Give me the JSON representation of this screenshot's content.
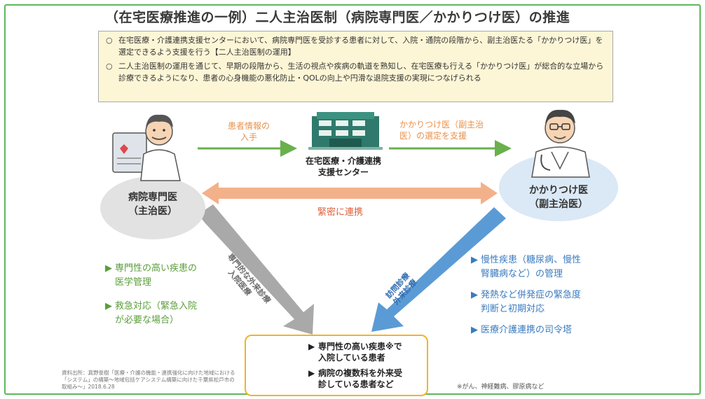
{
  "title": "（在宅医療推進の一例）二人主治医制（病院専門医／かかりつけ医）の推進",
  "notes": [
    "在宅医療・介護連携支援センターにおいて、病院専門医を受診する患者に対して、入院・通院の段階から、副主治医たる「かかりつけ医」を選定できるよう支援を行う【二人主治医制の運用】",
    "二人主治医制の運用を通じて、早期の段階から、生活の視点や疾病の軌道を熟知し、在宅医療も行える「かかりつけ医」が総合的な立場から診療できるようになり、患者の心身機能の悪化防止・QOLの向上や円滑な退院支援の実現につなげられる"
  ],
  "note_mark": "○",
  "left_role": {
    "line1": "病院専門医",
    "line2": "（主治医）"
  },
  "right_role": {
    "line1": "かかりつけ医",
    "line2": "（副主治医）"
  },
  "flow_left": {
    "line1": "患者情報の",
    "line2": "入手"
  },
  "flow_right": {
    "line1": "かかりつけ医（副主治",
    "line2": "医）の選定を支援"
  },
  "center": {
    "line1": "在宅医療・介護連携",
    "line2": "支援センター"
  },
  "renkei": "緊密に連携",
  "diag_left": {
    "line1": "専門的な外来診療",
    "line2": "入院医療"
  },
  "diag_right": {
    "line1": "訪問診療",
    "line2": "外来診療"
  },
  "left_items": [
    {
      "line1": "専門性の高い疾患の",
      "line2": "医学管理"
    },
    {
      "line1": "救急対応（緊急入院",
      "line2": "が必要な場合）"
    }
  ],
  "right_items": [
    {
      "line1": "慢性疾患（糖尿病、慢性",
      "line2": "腎臓病など）の管理"
    },
    {
      "line1": "発熱など併発症の緊急度",
      "line2": "判断と初期対応"
    },
    {
      "line1": "医療介護連携の司令塔",
      "line2": ""
    }
  ],
  "bullet": "▶",
  "patient_items": [
    {
      "line1": "専門性の高い疾患※で",
      "line2": "入院している患者"
    },
    {
      "line1": "病院の複数科を外来受",
      "line2": "診している患者など"
    }
  ],
  "source": "資料出所：真野俊樹「医療・介護の機能・連携強化に向けた地域における「システム」の構築～地域包括ケアシステム構築に向けた千葉県松戸市の取組み～」2018.6.28",
  "footnote": "※がん、神経難病、膠原病など",
  "colors": {
    "green": "#6ab04c",
    "orange": "#f0a476",
    "gray": "#a6a6a6",
    "blue": "#4a90d9",
    "border": "#5cb85c"
  }
}
